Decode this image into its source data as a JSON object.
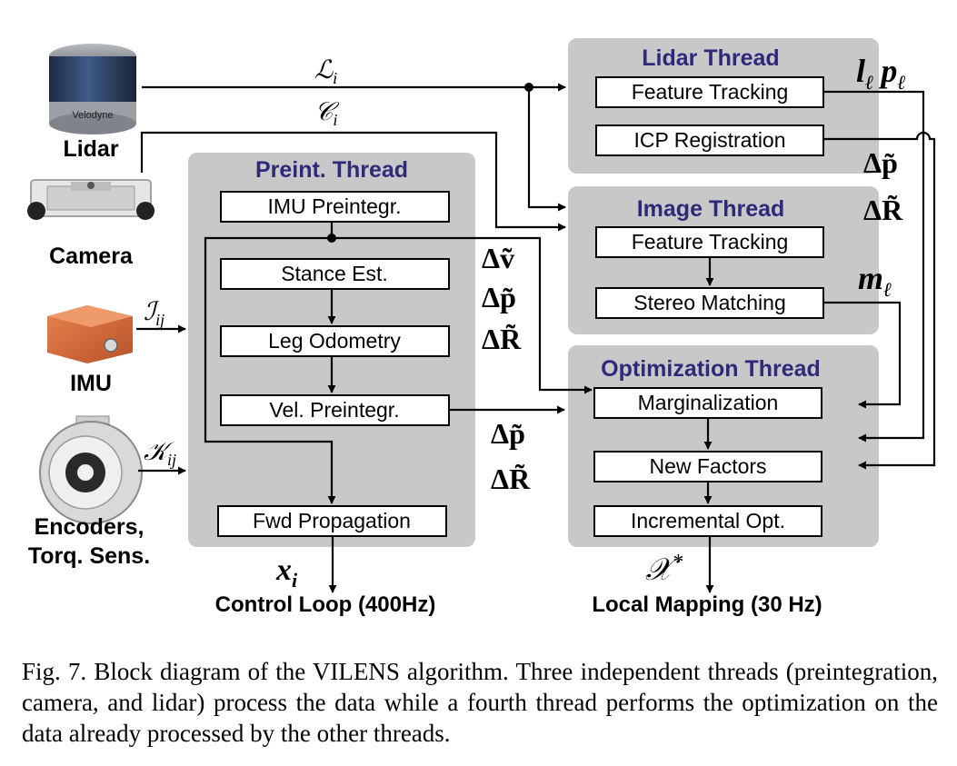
{
  "sensors": {
    "lidar": "Lidar",
    "lidar_brand": "Velodyne",
    "camera": "Camera",
    "imu": "IMU",
    "encoders_line1": "Encoders,",
    "encoders_line2": "Torq. Sens."
  },
  "signals": {
    "lidar_in": "ℒ",
    "lidar_in_sub": "i",
    "camera_in": "𝒞",
    "camera_in_sub": "i",
    "imu_in": "ℐ",
    "imu_in_sub": "ij",
    "enc_in": "𝒦",
    "enc_in_sub": "ij",
    "lidar_out_l": "l",
    "lidar_out_p": "p",
    "lidar_out_sub": "ℓ",
    "icp_dp": "Δp̃",
    "icp_dr": "ΔR̃",
    "image_out_m": "m",
    "image_out_sub": "ℓ",
    "preint_dv": "Δṽ",
    "preint_dp": "Δp̃",
    "preint_dr": "ΔR̃",
    "vel_dp": "Δp̃",
    "vel_dr": "ΔR̃",
    "state_x": "x",
    "state_sub": "i",
    "opt_out": "𝒳",
    "opt_out_sup": "*"
  },
  "threads": {
    "lidar": {
      "title": "Lidar Thread",
      "boxes": [
        "Feature Tracking",
        "ICP Registration"
      ]
    },
    "image": {
      "title": "Image Thread",
      "boxes": [
        "Feature Tracking",
        "Stereo Matching"
      ]
    },
    "preint": {
      "title": "Preint. Thread",
      "boxes": [
        "IMU Preintegr.",
        "Stance Est.",
        "Leg Odometry",
        "Vel. Preintegr.",
        "Fwd Propagation"
      ]
    },
    "optimization": {
      "title": "Optimization Thread",
      "boxes": [
        "Marginalization",
        "New Factors",
        "Incremental Opt."
      ]
    }
  },
  "outputs": {
    "control": "Control Loop (400Hz)",
    "mapping": "Local Mapping (30 Hz)"
  },
  "caption": "Fig. 7.  Block diagram of the VILENS algorithm. Three independent threads (preintegration, camera, and lidar) process the data while a fourth thread performs the optimization on the data already processed by the other threads.",
  "colors": {
    "panel": "#c8c8c8",
    "title": "#2e2a7a",
    "imu_body": "#d2693a",
    "lidar_body": "#3a4a5a"
  }
}
